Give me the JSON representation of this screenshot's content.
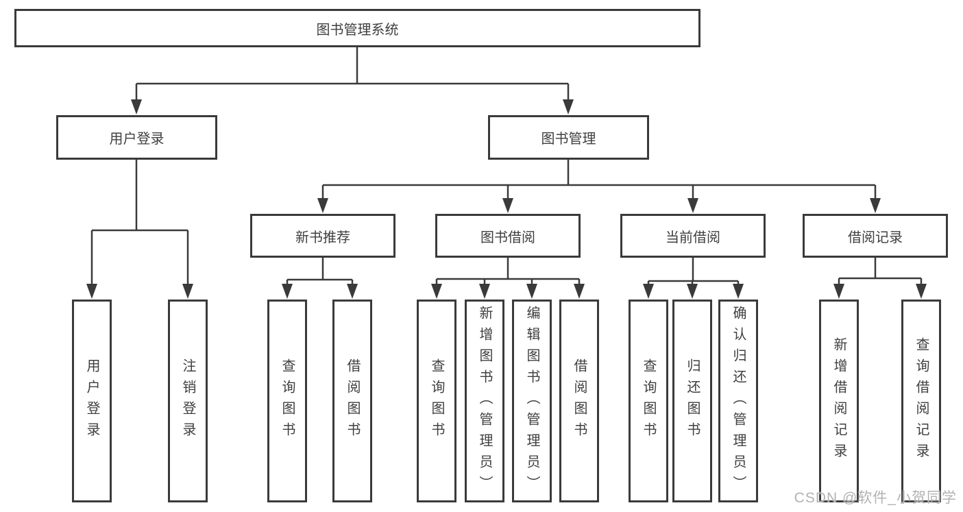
{
  "root": {
    "label": "图书管理系统"
  },
  "branches": {
    "user_login": {
      "label": "用户登录",
      "children": [
        {
          "label": "用户登录"
        },
        {
          "label": "注销登录"
        }
      ]
    },
    "book_management": {
      "label": "图书管理",
      "sections": [
        {
          "label": "新书推荐",
          "children": [
            {
              "label": "查询图书"
            },
            {
              "label": "借阅图书"
            }
          ]
        },
        {
          "label": "图书借阅",
          "children": [
            {
              "label": "查询图书"
            },
            {
              "label": "新增图书（管理员）"
            },
            {
              "label": "编辑图书（管理员）"
            },
            {
              "label": "借阅图书"
            }
          ]
        },
        {
          "label": "当前借阅",
          "children": [
            {
              "label": "查询图书"
            },
            {
              "label": "归还图书"
            },
            {
              "label": "确认归还（管理员）"
            }
          ]
        },
        {
          "label": "借阅记录",
          "children": [
            {
              "label": "新增借阅记录"
            },
            {
              "label": "查询借阅记录"
            }
          ]
        }
      ]
    }
  },
  "watermark": "CSDN @软件_小贺同学",
  "colors": {
    "line": "#3a3a3a",
    "text": "#3f3f3f",
    "background": "#ffffff",
    "watermark": "#b2b2b2"
  }
}
